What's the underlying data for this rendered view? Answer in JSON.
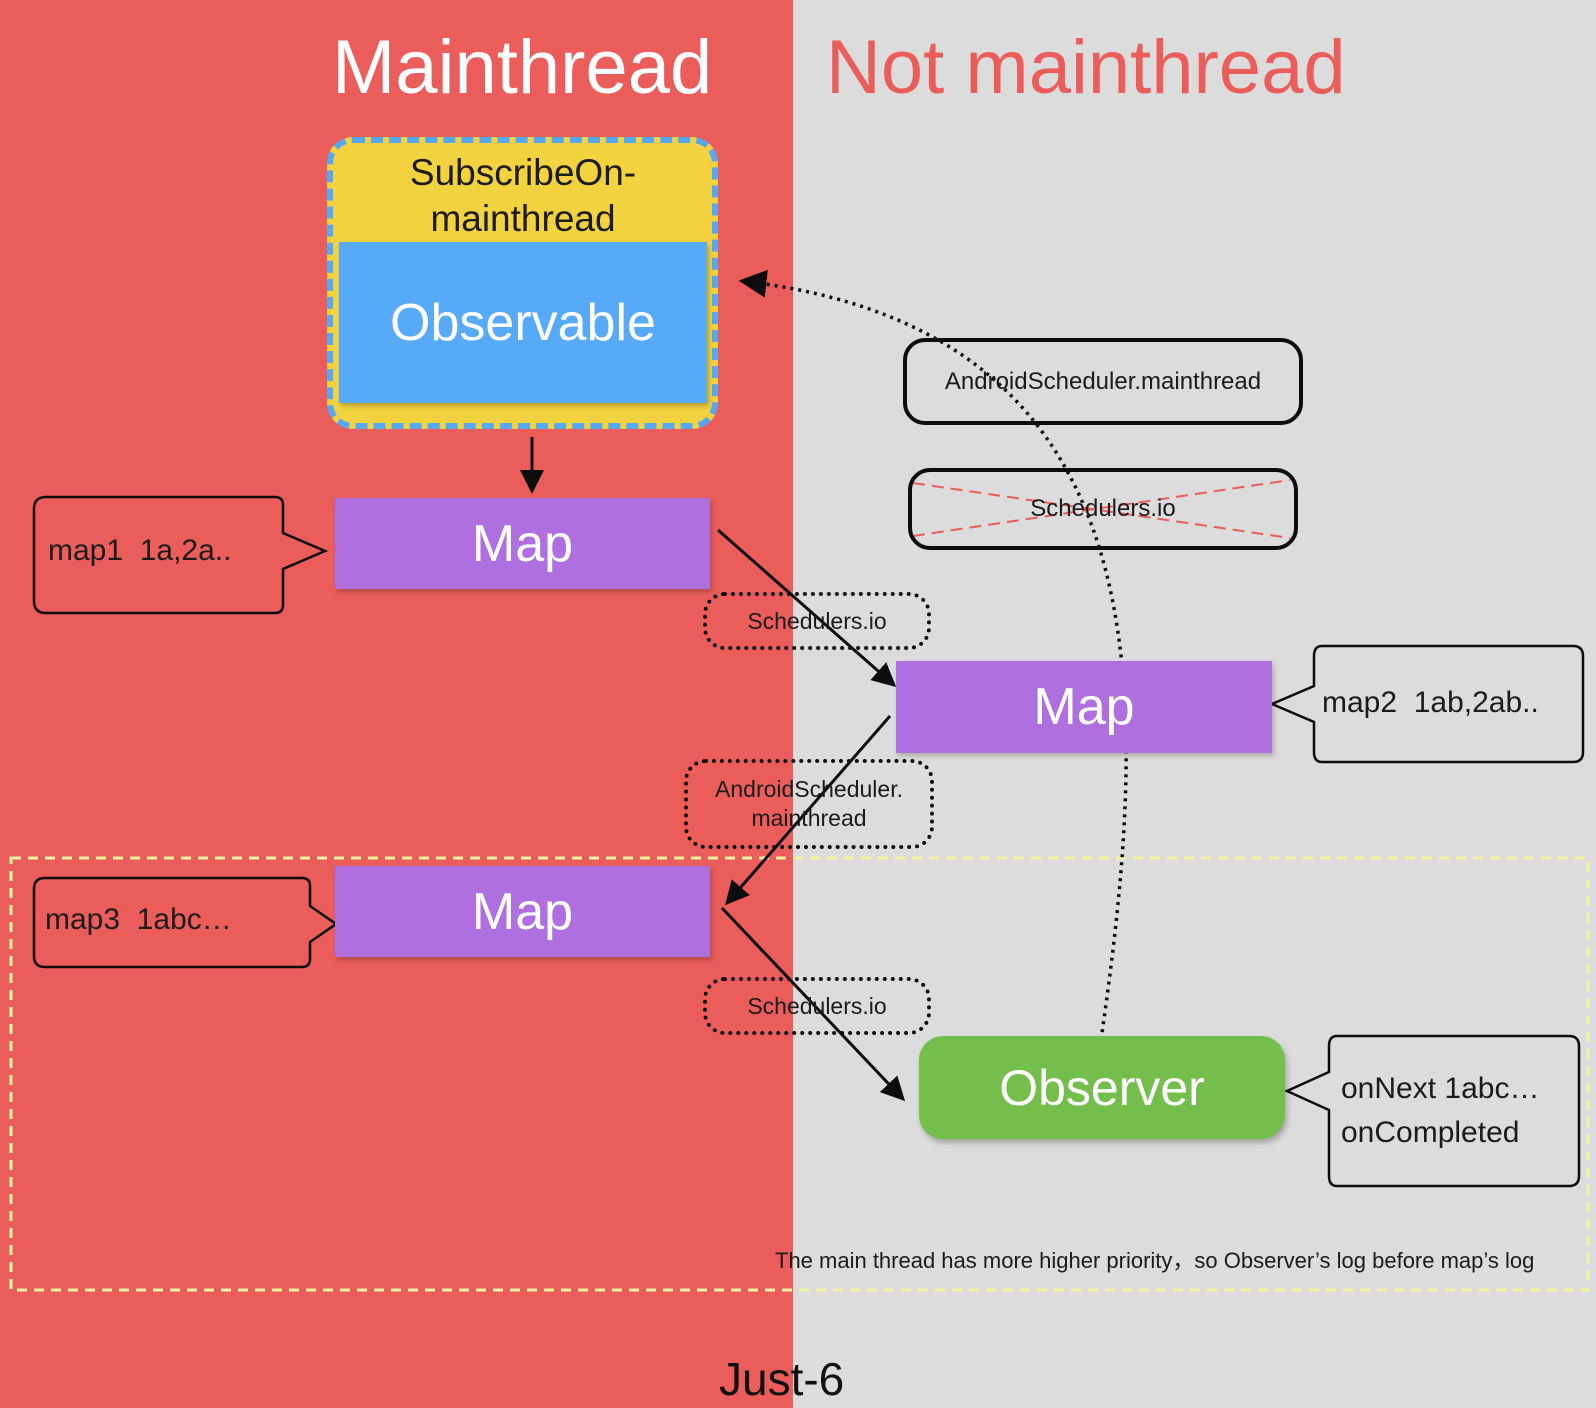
{
  "headings": {
    "main": "Mainthread",
    "not_main": "Not mainthread"
  },
  "nodes": {
    "subscribe_on": "SubscribeOn-\nmainthread",
    "observable": "Observable",
    "map_1": "Map",
    "map_2": "Map",
    "map_3": "Map",
    "observer": "Observer"
  },
  "schedulers": {
    "android_top": "AndroidScheduler.mainthread",
    "io_crossed": "Schedulers.io",
    "io_1": "Schedulers.io",
    "android_mid": "AndroidScheduler.\nmainthread",
    "io_2": "Schedulers.io"
  },
  "callouts": {
    "map1": "map1  1a,2a..",
    "map2": "map2  1ab,2ab..",
    "map3": "map3  1abc…",
    "observer": "onNext  1abc…\nonCompleted"
  },
  "note": "The main thread has more higher priority，so Observer’s log before map’s log",
  "footer": "Just-6",
  "colors": {
    "mainthread_panel": "#ea5d5a",
    "other_panel": "#dcdcdd",
    "subscribe_fill": "#f3d23f",
    "observable_fill": "#57aaf7",
    "map_fill": "#b06fdf",
    "observer_fill": "#74bf4b",
    "highlight_border": "#f4f4a0"
  }
}
